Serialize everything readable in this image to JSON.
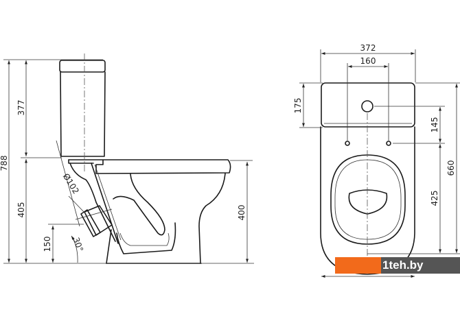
{
  "side_view": {
    "dims": {
      "total_height": "788",
      "tank_height": "377",
      "seat_height": "405",
      "outlet_height": "150",
      "outlet_angle": "30°",
      "outlet_diameter": "Ø102",
      "bowl_height": "400"
    }
  },
  "top_view": {
    "dims": {
      "width": "372",
      "bolt_spacing": "160",
      "tank_depth": "175",
      "hole_to_bolts": "145",
      "bolts_to_front": "425",
      "total_length": "660"
    }
  },
  "watermark": {
    "text": "1teh.by",
    "colors": {
      "orange": "#f26a1b",
      "gray": "#555555"
    }
  }
}
